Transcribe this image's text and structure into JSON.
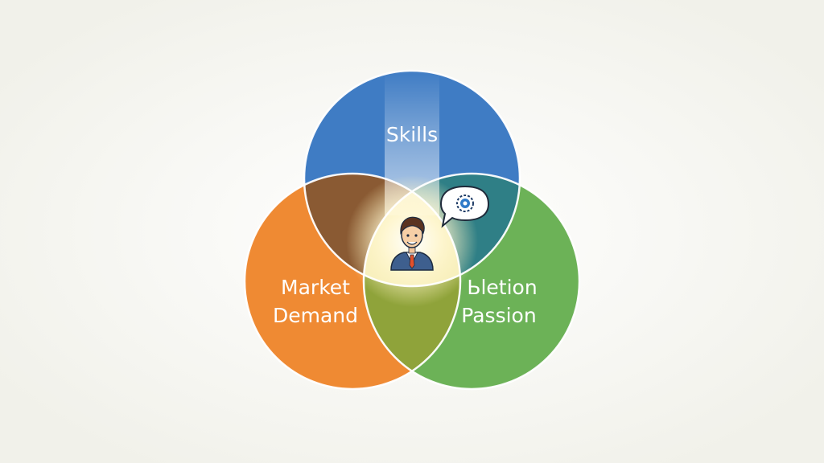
{
  "diagram": {
    "type": "venn",
    "sets": [
      {
        "key": "skills",
        "label": "Skills",
        "color": "#3f7cc4"
      },
      {
        "key": "market",
        "label_lines": [
          "Market",
          "Demand"
        ],
        "color": "#ef8a33"
      },
      {
        "key": "passion",
        "label_lines": [
          "Ьletion",
          "Passion"
        ],
        "color": "#6cb257"
      }
    ],
    "overlaps": {
      "skills_market": "#8a5a33",
      "skills_passion": "#2f7f86",
      "market_passion": "#8fa33a",
      "center": "#f5eebc"
    },
    "center_figure": "businessman-icon",
    "speech_bubble_icon": "gear-icon"
  }
}
